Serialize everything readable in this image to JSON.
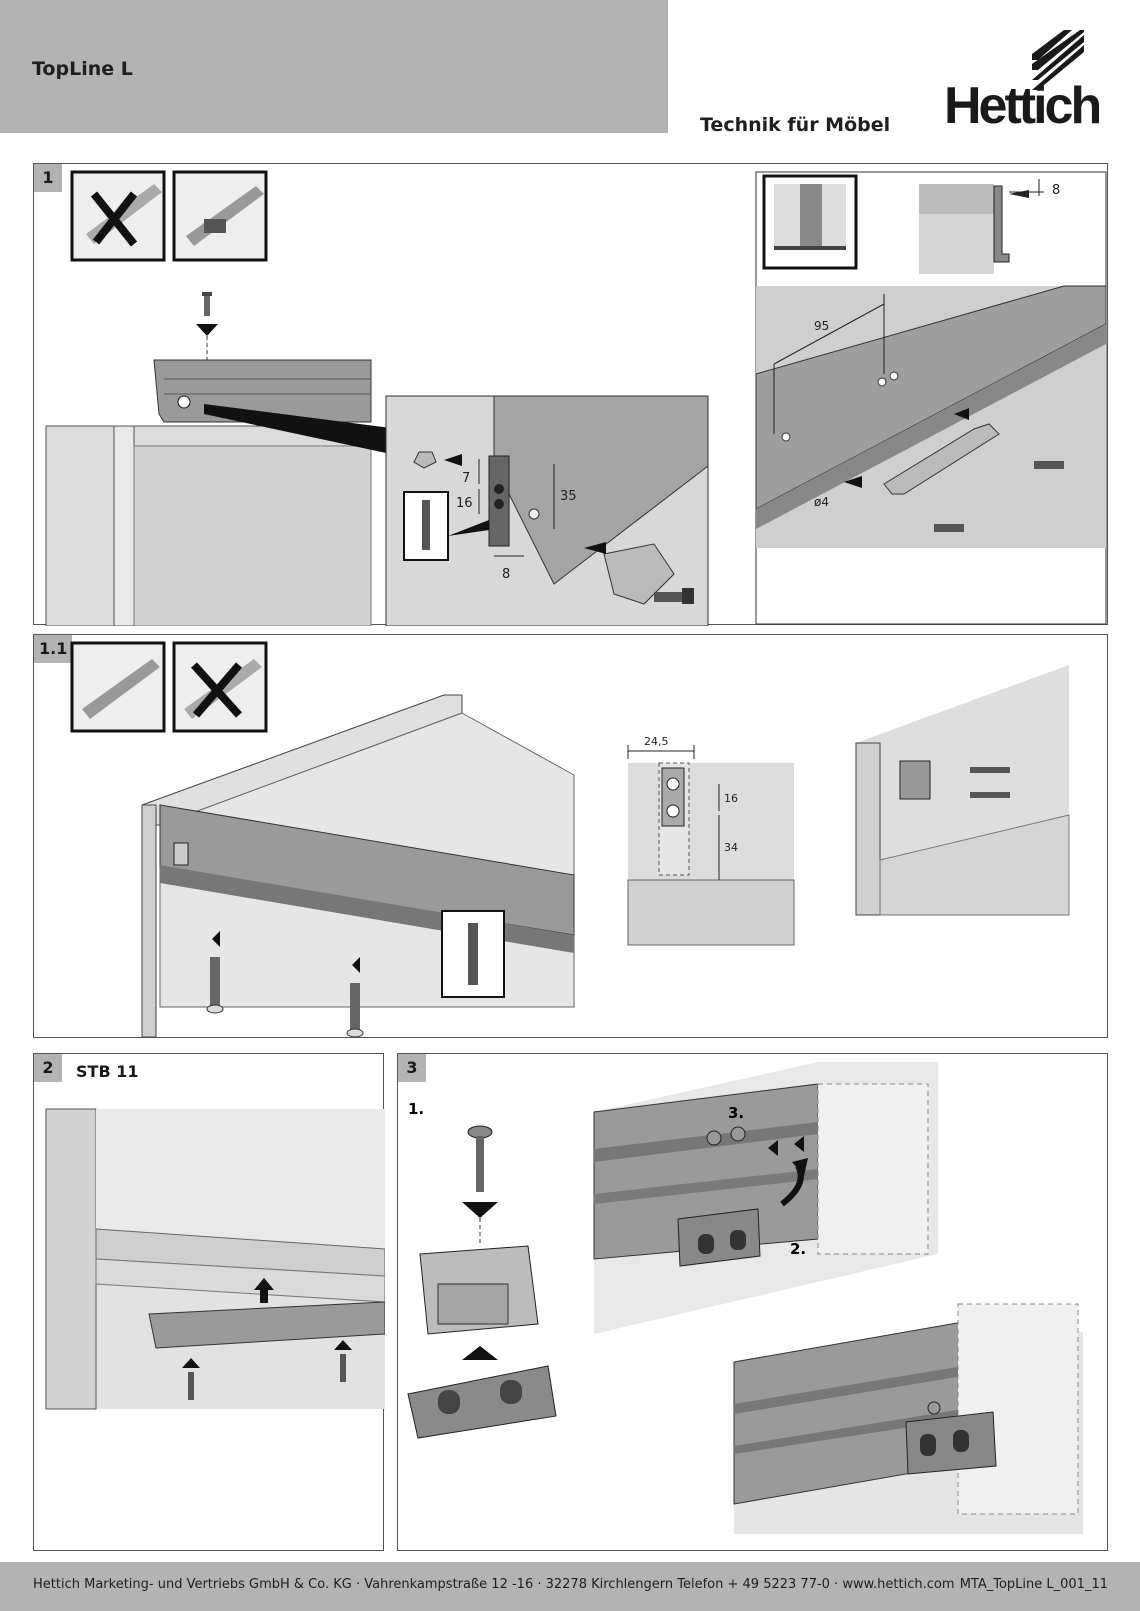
{
  "header": {
    "title": "TopLine L",
    "tagline": "Technik für Möbel",
    "logo_text": "Hettich"
  },
  "steps": {
    "step1": {
      "number": "1",
      "dims": {
        "d7": "7",
        "d16": "16",
        "d35": "35",
        "d8": "8",
        "d95": "95",
        "d4": "ø4",
        "d8b": "8"
      }
    },
    "step1_1": {
      "number": "1.1",
      "dims": {
        "d24_5": "24,5",
        "d16": "16",
        "d34": "34"
      }
    },
    "step2": {
      "number": "2",
      "label": "STB 11"
    },
    "step3": {
      "number": "3",
      "sub1": "1.",
      "sub2": "2.",
      "sub3": "3."
    }
  },
  "footer": {
    "company": "Hettich Marketing- und Vertriebs GmbH & Co. KG · Vahrenkampstraße 12 -16 · 32278 Kirchlengern Telefon + 49 5223 77-0  · www.hettich.com",
    "doc_code": "MTA_TopLine L_001_11"
  }
}
